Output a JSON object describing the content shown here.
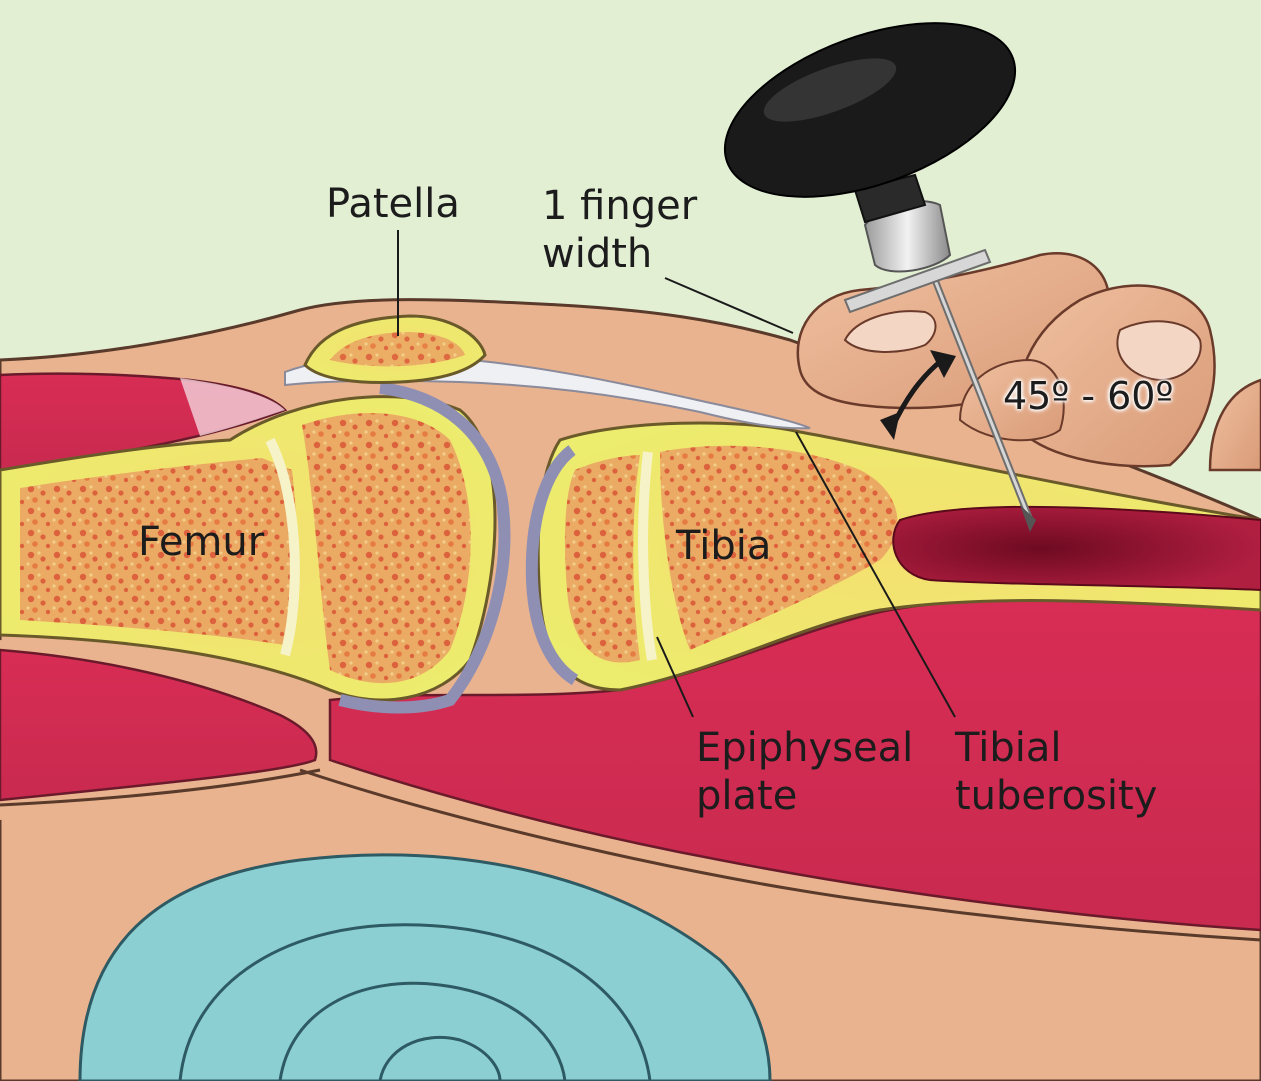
{
  "labels": {
    "patella": "Patella",
    "finger_width_line1": "1 finger",
    "finger_width_line2": "width",
    "angle": "45º - 60º",
    "femur": "Femur",
    "tibia": "Tibia",
    "epiphyseal_line1": "Epiphyseal",
    "epiphyseal_line2": "plate",
    "tibial_line1": "Tibial",
    "tibial_line2": "tuberosity"
  },
  "colors": {
    "background": "#e2efd3",
    "skin": "#e9b38f",
    "muscle": "#d8365c",
    "bone_cortex": "#ecec72",
    "marrow": "#e79a5a",
    "cartilage": "#8f8fb4",
    "ligament": "#eef0f4",
    "needle_handle": "#1a1a1a",
    "blood_pool": "#8e1230",
    "towel": "#8ccfd2"
  }
}
